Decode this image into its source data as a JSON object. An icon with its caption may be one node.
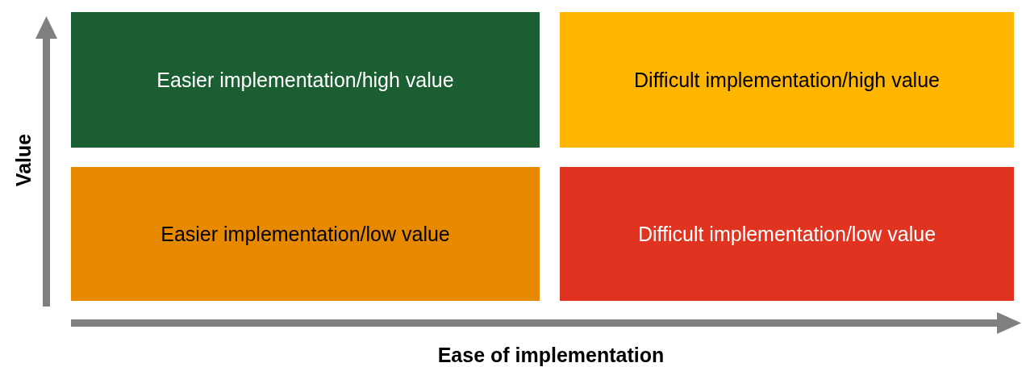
{
  "diagram": {
    "nodes": [
      {
        "text": [
          "Easier implementation/high value"
        ]
      },
      {
        "text": [
          "Difficult implementation/high value"
        ]
      },
      {
        "text": [
          "Easier implementation/low value"
        ]
      },
      {
        "text": [
          "Difficult implementation/low value"
        ]
      }
    ],
    "labels": [
      "Value",
      "Ease of implementation"
    ]
  }
}
